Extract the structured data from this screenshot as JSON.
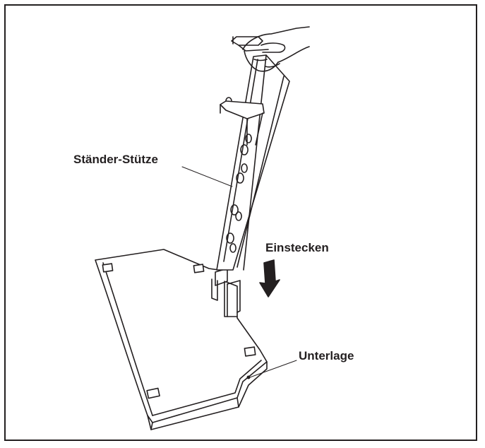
{
  "labels": {
    "stand_support": "Ständer-Stütze",
    "insert": "Einstecken",
    "base": "Unterlage"
  },
  "colors": {
    "line": "#231f20",
    "background": "#ffffff"
  }
}
